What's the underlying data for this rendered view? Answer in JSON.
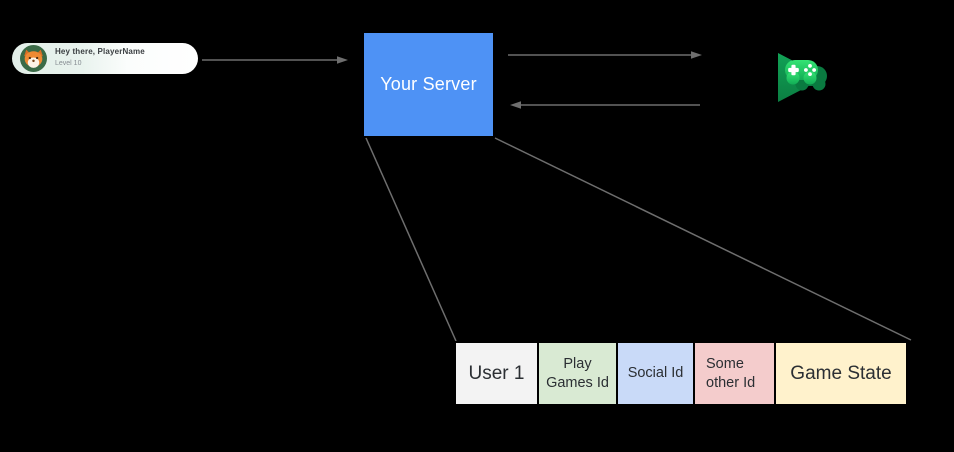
{
  "diagram": {
    "background": "#000000",
    "player_banner": {
      "title": "Hey there, PlayerName",
      "subtitle": "Level 10",
      "avatar": "fox-avatar-icon"
    },
    "server_box": {
      "label": "Your Server",
      "fill": "#4e92f5",
      "text_color": "#ffffff"
    },
    "play_games_logo": {
      "icon": "google-play-games-icon",
      "triangle_color": "#0e8a4c",
      "gamepad_color": "#27d368",
      "shadow_color": "#0a7a40"
    },
    "connectors": {
      "color": "#6e6e6e",
      "items": [
        {
          "name": "banner-to-server-arrow",
          "direction": "right"
        },
        {
          "name": "server-to-playgames-arrow",
          "direction": "right"
        },
        {
          "name": "playgames-to-server-arrow",
          "direction": "left"
        },
        {
          "name": "server-to-table-left-line",
          "direction": "none"
        },
        {
          "name": "server-to-table-right-line",
          "direction": "none"
        }
      ]
    },
    "table": {
      "cells": [
        {
          "label": "User 1",
          "bg": "#f3f3f3"
        },
        {
          "label": "Play\nGames Id",
          "bg": "#d9ead3"
        },
        {
          "label": "Social Id",
          "bg": "#c9daf8"
        },
        {
          "label": "Some\nother Id",
          "bg": "#f4cccc"
        },
        {
          "label": "Game State",
          "bg": "#fff2cc"
        }
      ]
    }
  }
}
